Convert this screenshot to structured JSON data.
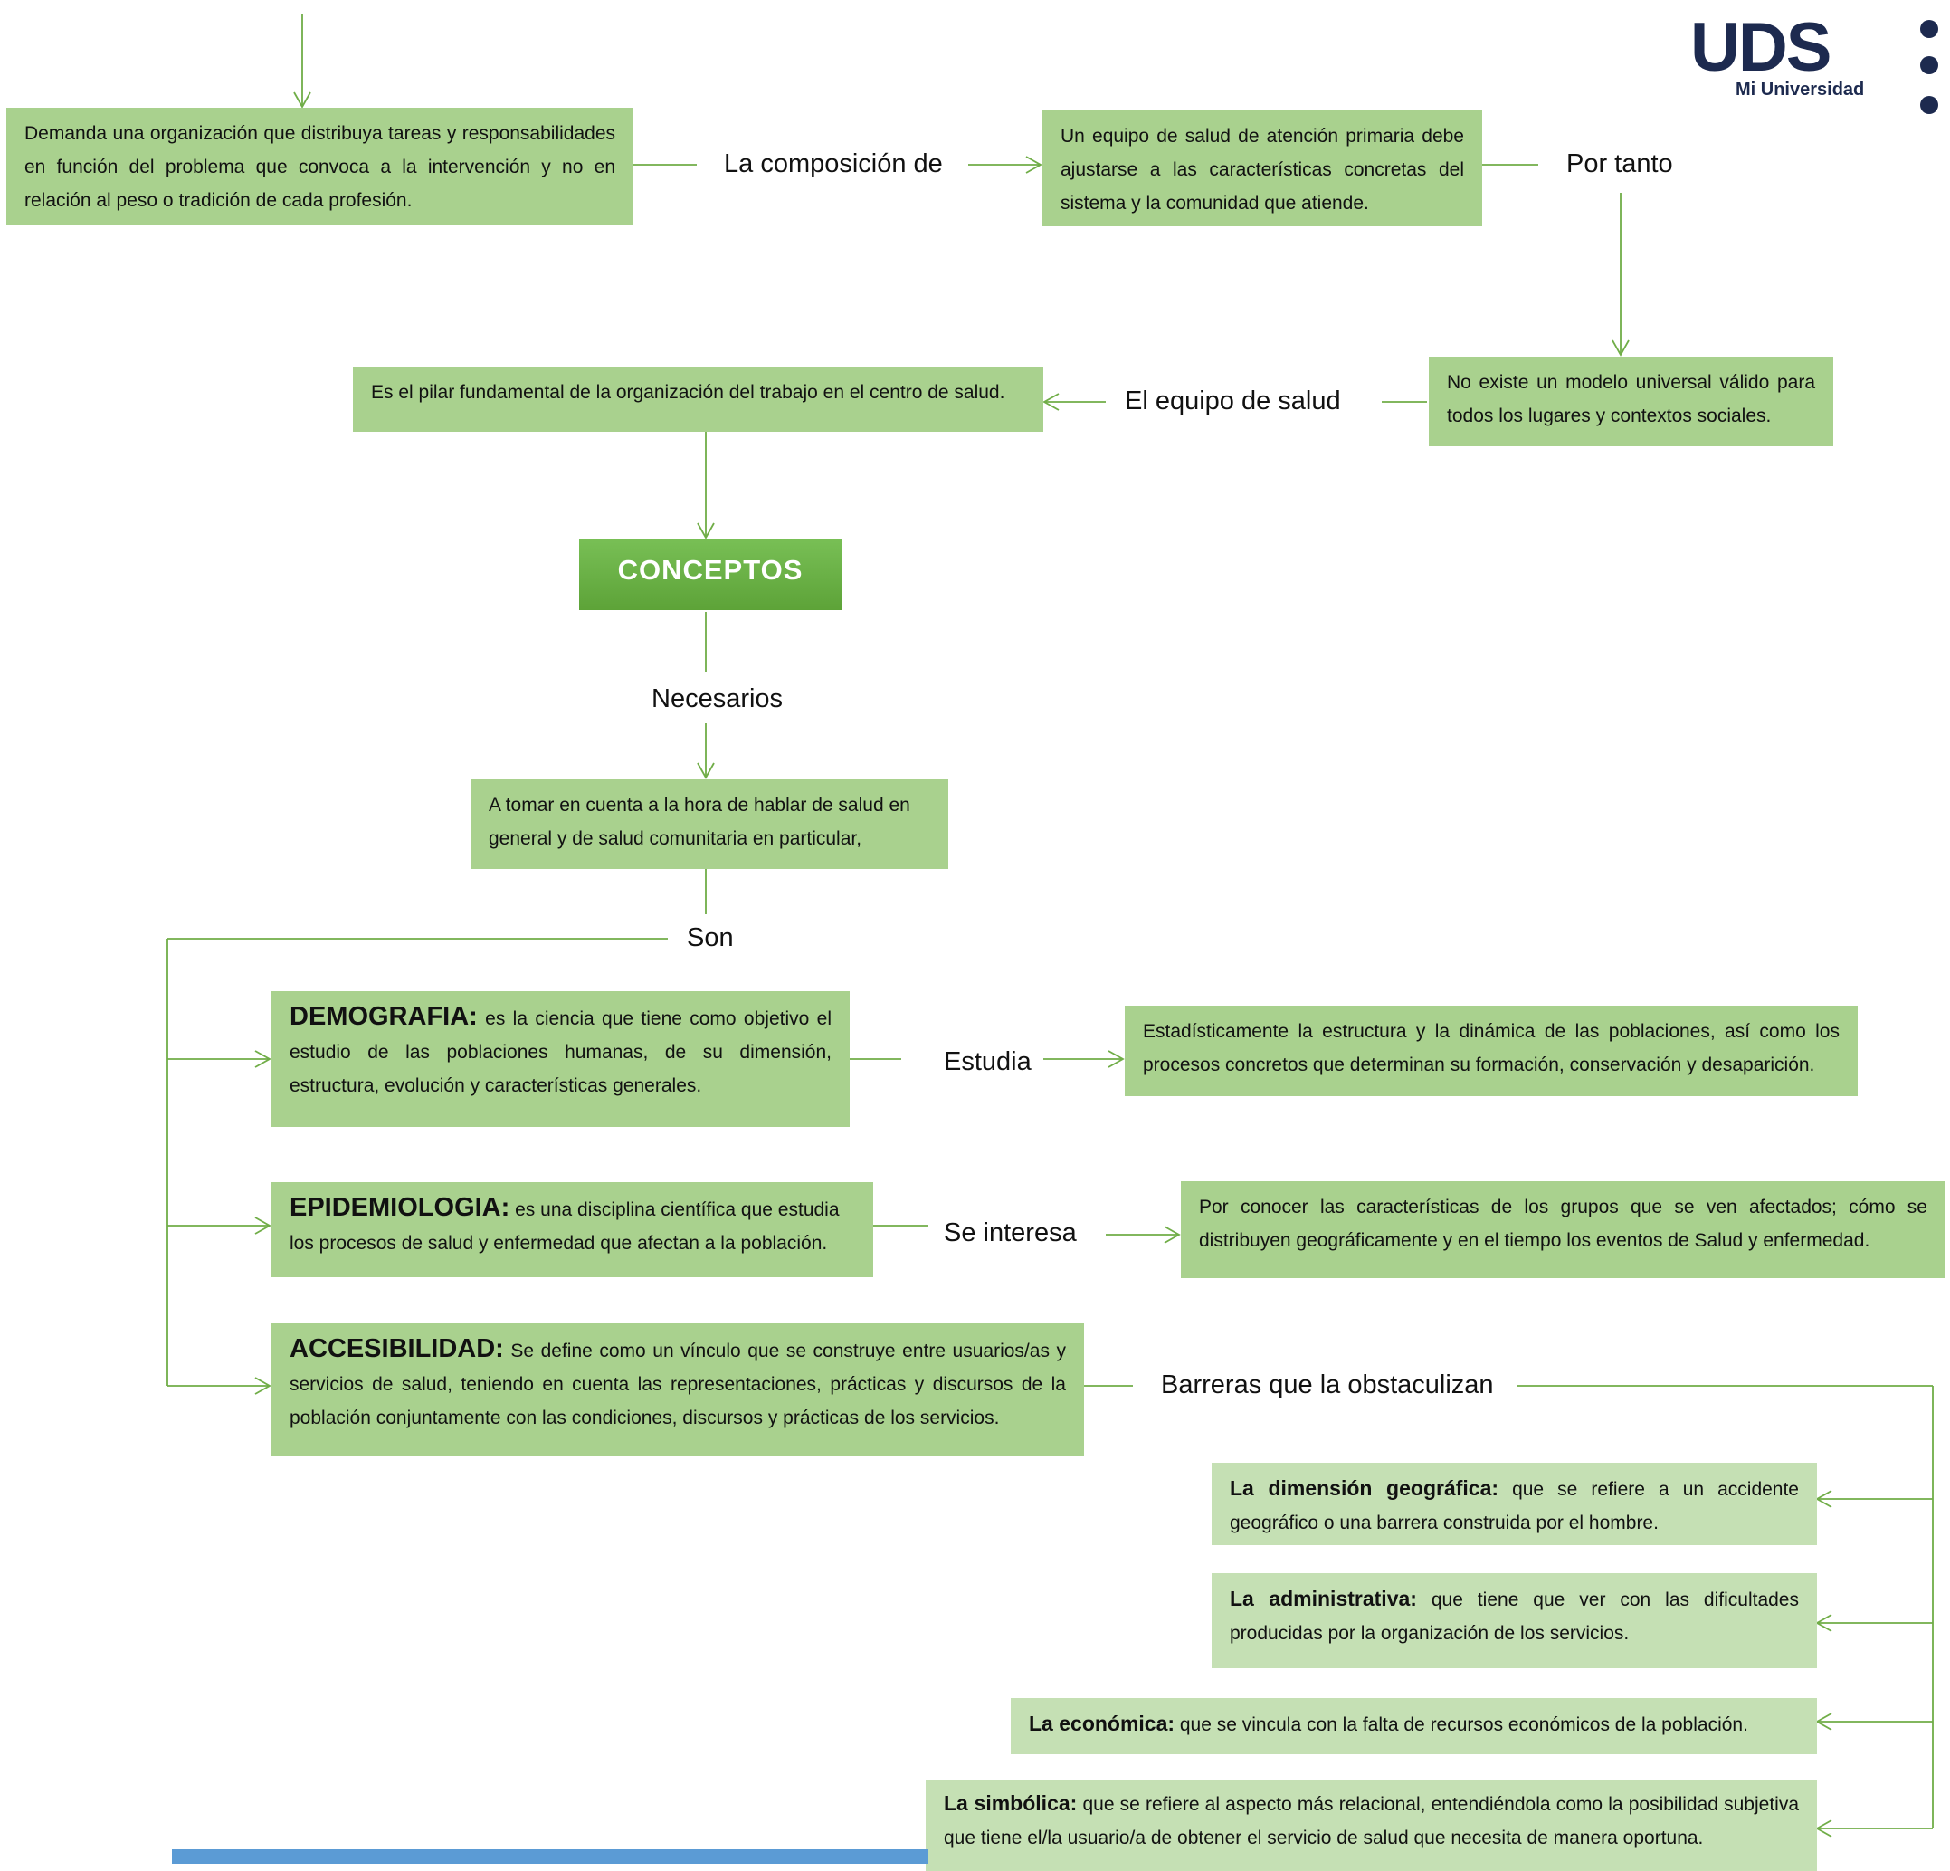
{
  "logo": {
    "main": "UDS",
    "sub": "Mi Universidad"
  },
  "nodes": {
    "demanda": "Demanda una organización que distribuya tareas y responsabilidades en función del problema que convoca a la intervención y no en relación al peso o tradición de cada profesión.",
    "equipo_aps": "Un equipo de salud de atención primaria debe ajustarse a las características concretas del sistema y la comunidad que atiende.",
    "no_existe": "No existe un modelo universal válido para todos los lugares y contextos sociales.",
    "pilar": "Es el pilar fundamental de la organización del trabajo en el centro de salud.",
    "conceptos": "CONCEPTOS",
    "a_tomar": "A tomar en cuenta a la hora de hablar de salud en general y de salud comunitaria en particular,",
    "demografia_term": "DEMOGRAFIA:",
    "demografia_def": " es la ciencia que tiene como objetivo el estudio de las poblaciones humanas, de su dimensión, estructura, evolución y características generales.",
    "demografia_estudia": "Estadísticamente la estructura y la dinámica de las poblaciones, así como los procesos concretos que determinan su formación, conservación y desaparición.",
    "epidemiologia_term": "EPIDEMIOLOGIA:",
    "epidemiologia_def": " es una disciplina científica que estudia los procesos de salud y enfermedad que afectan a la población.",
    "epidemiologia_interesa": "Por conocer las características de los grupos que se ven afectados; cómo se distribuyen geográficamente y en el tiempo los eventos de Salud y enfermedad.",
    "accesibilidad_term": "ACCESIBILIDAD:",
    "accesibilidad_def": " Se define como un vínculo que se construye entre usuarios/as y servicios de salud, teniendo en cuenta las representaciones, prácticas y discursos de la población conjuntamente con las condiciones, discursos y prácticas de los servicios.",
    "geografica_term": "La dimensión geográfica:",
    "geografica_def": " que se refiere a un accidente geográfico o una barrera construida por el hombre.",
    "administrativa_term": "La administrativa:",
    "administrativa_def": " que tiene que ver con las dificultades producidas por la organización de los servicios.",
    "economica_term": "La económica:",
    "economica_def": " que se vincula con la falta de recursos económicos de la población.",
    "simbolica_term": "La simbólica:",
    "simbolica_def": " que se refiere al aspecto más relacional, entendiéndola como la posibilidad subjetiva que tiene el/la usuario/a de obtener el servicio de salud que necesita de manera oportuna."
  },
  "links": {
    "composicion": "La composición de",
    "por_tanto": "Por tanto",
    "equipo_salud": "El equipo de salud",
    "necesarios": "Necesarios",
    "son": "Son",
    "estudia": "Estudia",
    "se_interesa": "Se interesa",
    "barreras": "Barreras que la obstaculizan"
  },
  "colors": {
    "box": "#a9d18e",
    "box_light": "#c5e0b4",
    "connector": "#70ad47",
    "concepts": "#5da338",
    "logo": "#1d2a4f",
    "bar": "#5b9bd5"
  }
}
